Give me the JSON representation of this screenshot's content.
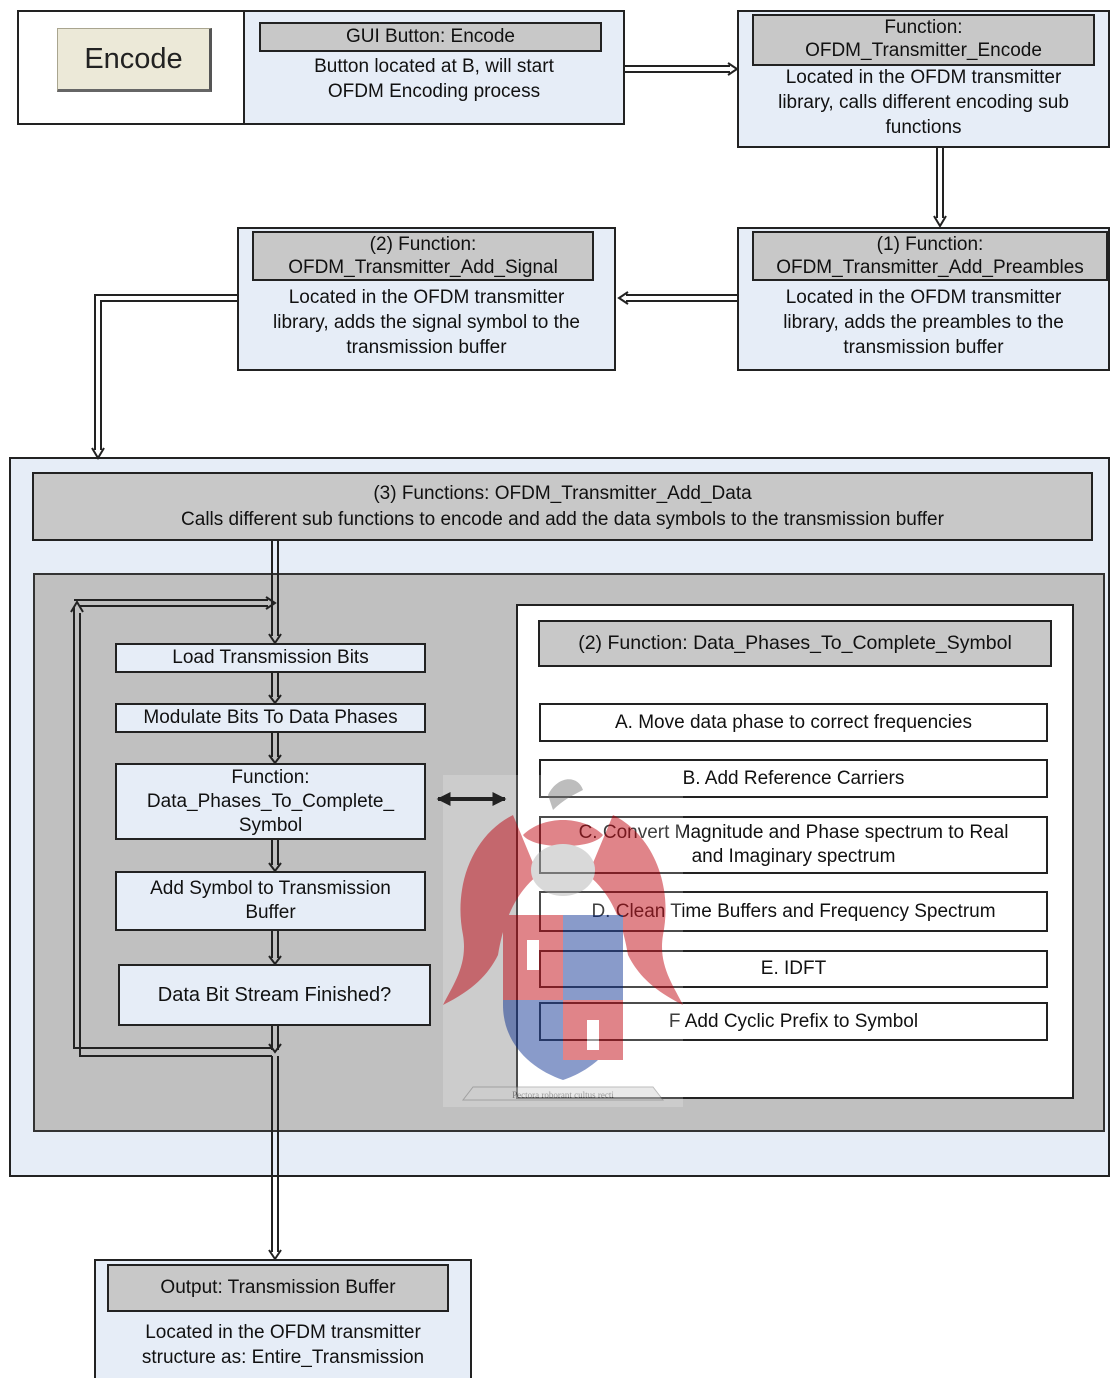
{
  "gui_button": {
    "button_text": "Encode",
    "title": "GUI Button: Encode",
    "desc": [
      "Button located at B, will start",
      "OFDM Encoding process"
    ]
  },
  "encode_function": {
    "title": [
      "Function:",
      "OFDM_Transmitter_Encode"
    ],
    "desc": [
      "Located in the OFDM transmitter",
      "library, calls different encoding sub",
      "functions"
    ]
  },
  "add_preambles": {
    "title": [
      "(1) Function:",
      "OFDM_Transmitter_Add_Preambles"
    ],
    "desc": [
      "Located in the OFDM transmitter",
      "library, adds the preambles to the",
      "transmission buffer"
    ]
  },
  "add_signal": {
    "title": [
      "(2) Function:",
      "OFDM_Transmitter_Add_Signal"
    ],
    "desc": [
      "Located in the OFDM transmitter",
      "library, adds the signal symbol to the",
      "transmission buffer"
    ]
  },
  "add_data": {
    "title": "(3) Functions: OFDM_Transmitter_Add_Data",
    "subtitle": "Calls different sub functions to encode and add the data symbols to the transmission buffer"
  },
  "loop_steps": {
    "load": "Load Transmission Bits",
    "modulate": "Modulate Bits To Data Phases",
    "function_call": [
      "Function:",
      "Data_Phases_To_Complete_",
      "Symbol"
    ],
    "add_symbol": [
      "Add Symbol to Transmission",
      "Buffer"
    ],
    "finished": "Data Bit Stream Finished?"
  },
  "complete_symbol": {
    "title": "(2) Function: Data_Phases_To_Complete_Symbol",
    "steps": {
      "a": "A. Move data phase to correct frequencies",
      "b": "B. Add Reference Carriers",
      "c": [
        "C. Convert Magnitude and Phase spectrum to Real",
        "and Imaginary spectrum"
      ],
      "d": "D. Clean Time Buffers and Frequency Spectrum",
      "e": "E. IDFT",
      "f": "F Add Cyclic Prefix to Symbol"
    }
  },
  "output": {
    "title": "Output: Transmission Buffer",
    "desc": [
      "Located in the OFDM transmitter",
      "structure as: Entire_Transmission"
    ]
  },
  "watermark_motto": "Pectora roborant cultus recti",
  "colors": {
    "box_fill": "#e6edf7",
    "header_fill": "#c8c8c8",
    "inner_panel": "#c0c0c0",
    "line": "#222222",
    "watermark_red": "#c8202a",
    "watermark_blue": "#2a4aa0"
  }
}
